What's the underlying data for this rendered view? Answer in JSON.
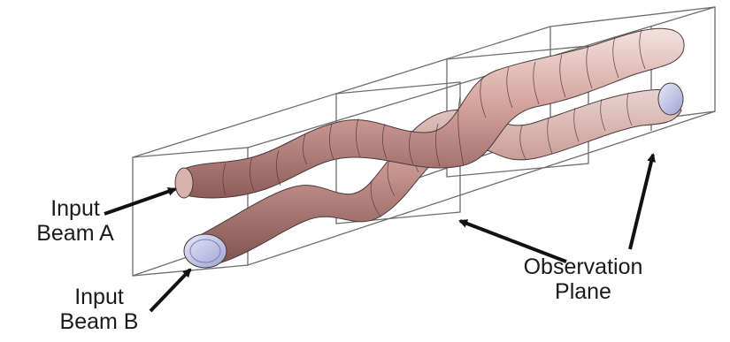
{
  "labels": {
    "beam_a": {
      "line1": "Input",
      "line2": "Beam A"
    },
    "beam_b": {
      "line1": "Input",
      "line2": "Beam B"
    },
    "observation": {
      "line1": "Observation",
      "line2": "Plane"
    }
  },
  "colors": {
    "tube_fill_light": "#f0dcd8",
    "tube_fill_mid": "#c9948e",
    "tube_fill_dark": "#8f5f5c",
    "tube_end_blue": "#c6c8e6",
    "segment_line": "#4a3a3a",
    "box_line": "#6a6a6a",
    "arrow": "#111111",
    "text": "#1a1a1a"
  }
}
